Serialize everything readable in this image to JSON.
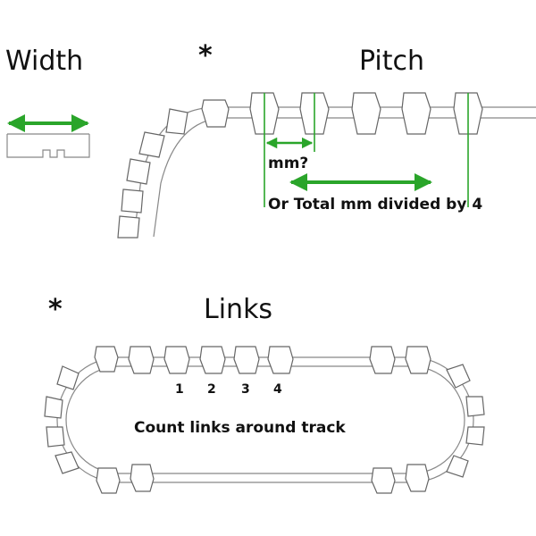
{
  "width_section": {
    "label": "Width"
  },
  "pitch_section": {
    "marker": "*",
    "label": "Pitch",
    "small_measure_label": "mm?",
    "total_measure_label": "Or Total mm divided by 4"
  },
  "links_section": {
    "marker": "*",
    "label": "Links",
    "link_numbers": [
      "1",
      "2",
      "3",
      "4"
    ],
    "instruction": "Count links around track"
  },
  "colors": {
    "measure_green": "#2aa52a",
    "outline_gray": "#888888"
  }
}
